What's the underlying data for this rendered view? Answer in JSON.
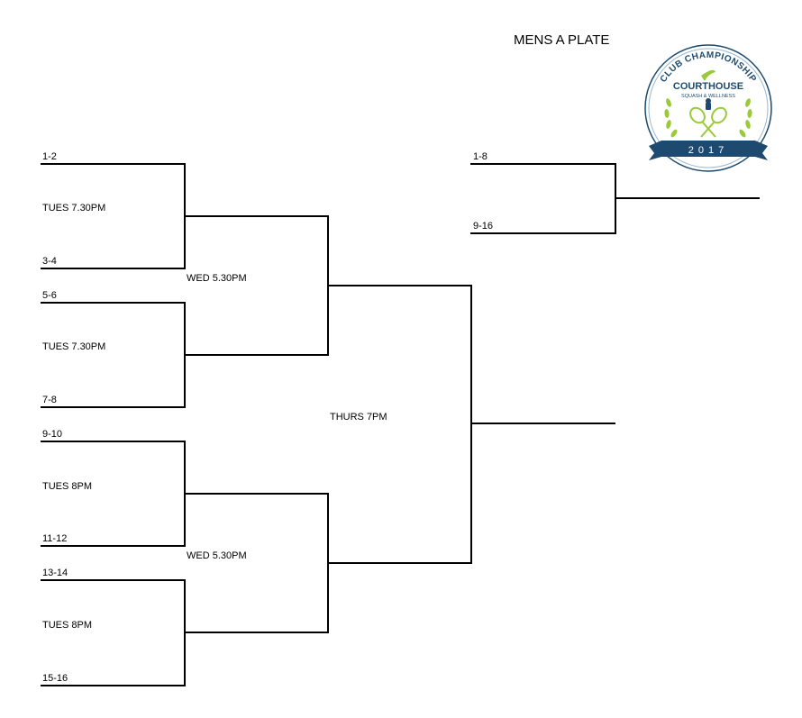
{
  "title": "MENS A PLATE",
  "logo": {
    "arc_text": "CLUB CHAMPIONSHIP",
    "brand": "COURTHOUSE",
    "tagline": "SQUASH & WELLNESS",
    "year": "2017"
  },
  "bracket": {
    "matches": [
      {
        "top": "1-2",
        "bottom": "3-4",
        "time": "TUES 7.30PM"
      },
      {
        "top": "5-6",
        "bottom": "7-8",
        "time": "TUES 7.30PM"
      },
      {
        "top": "9-10",
        "bottom": "11-12",
        "time": "TUES 8PM"
      },
      {
        "top": "13-14",
        "bottom": "15-16",
        "time": "TUES 8PM"
      }
    ],
    "semis": [
      {
        "time": "WED 5.30PM"
      },
      {
        "time": "WED 5.30PM"
      }
    ],
    "final": {
      "time": "THURS 7PM"
    }
  },
  "mini_bracket": {
    "top": "1-8",
    "bottom": "9-16"
  },
  "colors": {
    "line": "#000000",
    "logo_navy": "#1d4a6e",
    "logo_green": "#9ac93a"
  }
}
